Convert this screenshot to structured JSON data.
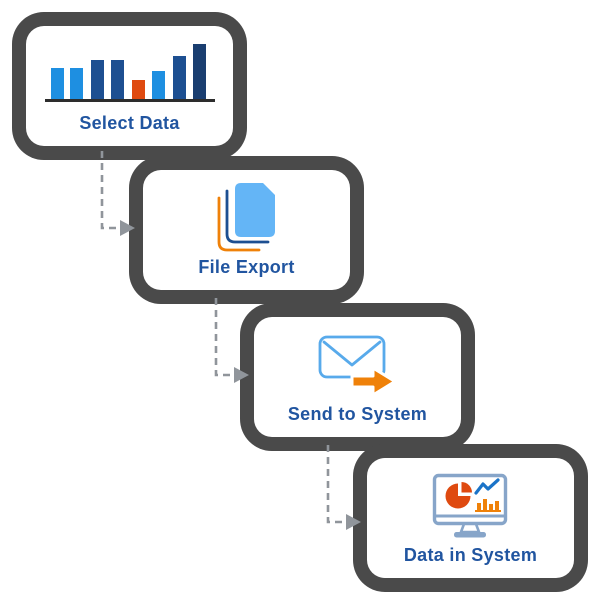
{
  "diagram": {
    "type": "stepped-flow",
    "direction": "top-left-to-bottom-right",
    "steps": [
      {
        "label": "Select Data",
        "icon": "bar-chart-icon",
        "icon_detail": {
          "bar_heights": [
            31,
            31,
            39,
            39,
            19,
            28,
            43,
            55
          ],
          "bar_colors": [
            "light_blue",
            "light_blue",
            "dark_blue",
            "dark_blue",
            "orange_red",
            "light_blue",
            "dark_blue",
            "navy"
          ]
        }
      },
      {
        "label": "File Export",
        "icon": "file-stack-icon",
        "icon_detail": {
          "layers": [
            "orange-outline",
            "navy-outline",
            "light-blue-document"
          ]
        }
      },
      {
        "label": "Send to System",
        "icon": "envelope-arrow-icon",
        "icon_detail": {
          "parts": [
            "light-blue-envelope-outline",
            "orange-right-arrow"
          ]
        }
      },
      {
        "label": "Data in System",
        "icon": "monitor-dashboard-icon",
        "icon_detail": {
          "parts": [
            "monitor-outline",
            "orange-pie-chart",
            "blue-zigzag-line",
            "orange-mini-bars"
          ]
        }
      }
    ],
    "connectors": [
      {
        "from": "Select Data",
        "to": "File Export",
        "style": "dashed-elbow-right-arrow"
      },
      {
        "from": "File Export",
        "to": "Send to System",
        "style": "dashed-elbow-right-arrow"
      },
      {
        "from": "Send to System",
        "to": "Data in System",
        "style": "dashed-elbow-right-arrow"
      }
    ]
  },
  "palette": {
    "card_border": "#4a4a4a",
    "card_bg": "#ffffff",
    "label_text": "#2155a0",
    "light_blue": "#1e8fe1",
    "dark_blue": "#1d4f91",
    "navy": "#1a3e70",
    "orange_red": "#df4a10",
    "orange": "#ef8109",
    "doc_fill": "#64b5f6",
    "envelope_blue": "#58aaeb",
    "monitor_blue": "#87a5c9",
    "line_blue": "#1a73c8",
    "arrow_gray": "#90959b",
    "background": "#ffffff"
  }
}
